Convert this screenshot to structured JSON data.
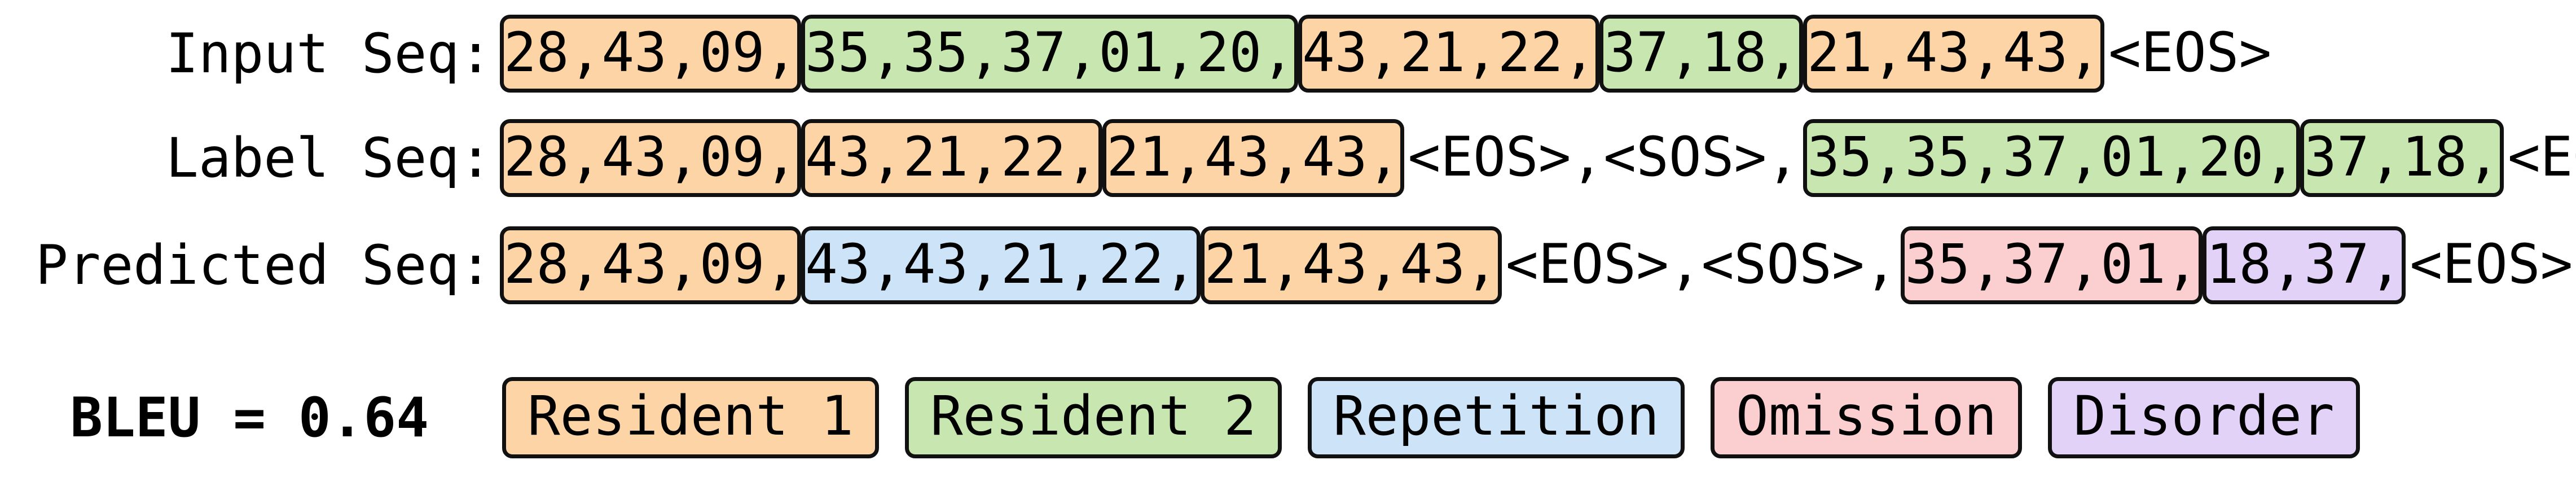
{
  "colors": {
    "resident1": "#fdd4a6",
    "resident2": "#c8e6b0",
    "repetition": "#cde3f8",
    "omission": "#fbcfcf",
    "disorder": "#e2d2f7"
  },
  "rows": [
    {
      "label": "Input Seq:",
      "segments": [
        {
          "text": "28,43,09,",
          "category": "resident1"
        },
        {
          "text": "35,35,37,01,20,",
          "category": "resident2"
        },
        {
          "text": "43,21,22,",
          "category": "resident1"
        },
        {
          "text": "37,18,",
          "category": "resident2"
        },
        {
          "text": "21,43,43,",
          "category": "resident1"
        },
        {
          "text": "<EOS>",
          "category": null
        }
      ]
    },
    {
      "label": "Label Seq:",
      "segments": [
        {
          "text": "28,43,09,",
          "category": "resident1"
        },
        {
          "text": "43,21,22,",
          "category": "resident1"
        },
        {
          "text": "21,43,43,",
          "category": "resident1"
        },
        {
          "text": "<EOS>,<SOS>,",
          "category": null
        },
        {
          "text": "35,35,37,01,20,",
          "category": "resident2"
        },
        {
          "text": "37,18,",
          "category": "resident2"
        },
        {
          "text": "<EOS>",
          "category": null
        }
      ]
    },
    {
      "label": "Predicted Seq:",
      "segments": [
        {
          "text": "28,43,09,",
          "category": "resident1"
        },
        {
          "text": "43,43,21,22,",
          "category": "repetition"
        },
        {
          "text": "21,43,43,",
          "category": "resident1"
        },
        {
          "text": "<EOS>,<SOS>,",
          "category": null
        },
        {
          "text": "35,37,01,",
          "category": "omission"
        },
        {
          "text": "18,37,",
          "category": "disorder"
        },
        {
          "text": "<EOS>",
          "category": null
        }
      ]
    }
  ],
  "bleu": "BLEU = 0.64",
  "legend": [
    {
      "label": "Resident 1",
      "category": "resident1"
    },
    {
      "label": "Resident 2",
      "category": "resident2"
    },
    {
      "label": "Repetition",
      "category": "repetition"
    },
    {
      "label": "Omission",
      "category": "omission"
    },
    {
      "label": "Disorder",
      "category": "disorder"
    }
  ]
}
